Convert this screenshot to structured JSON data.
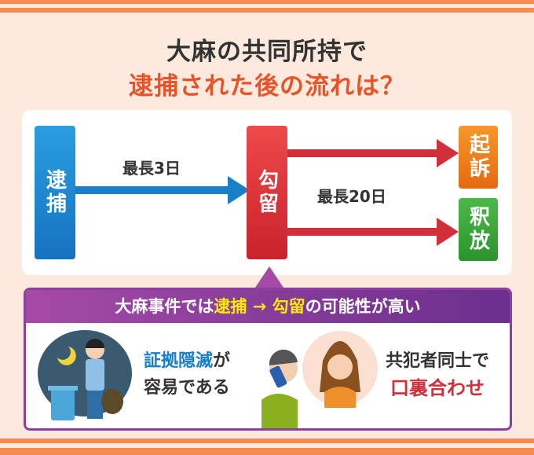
{
  "title": {
    "line1": "大麻の共同所持で",
    "line2": "逮捕された後の流れは？"
  },
  "flow": {
    "arrest": "逮捕",
    "detention": "勾留",
    "indictment": "起訴",
    "release": "釈放",
    "arrest_duration": "最長3日",
    "detention_duration": "最長20日"
  },
  "panel": {
    "header_pre": "大麻事件では",
    "header_arrest": "逮捕",
    "header_arrow": "→",
    "header_detention": "勾留",
    "header_post": "の可能性が高い",
    "left_em": "証拠隠滅",
    "left_1": "が",
    "left_2": "容易である",
    "right_1": "共犯者同士で",
    "right_em": "口裏合わせ"
  },
  "colors": {
    "accent": "#e8542a",
    "blue": "#1a7fc9",
    "red": "#d8353b",
    "orange": "#f07f1a",
    "green": "#3aa33a",
    "purple": "#8e3f9e"
  }
}
